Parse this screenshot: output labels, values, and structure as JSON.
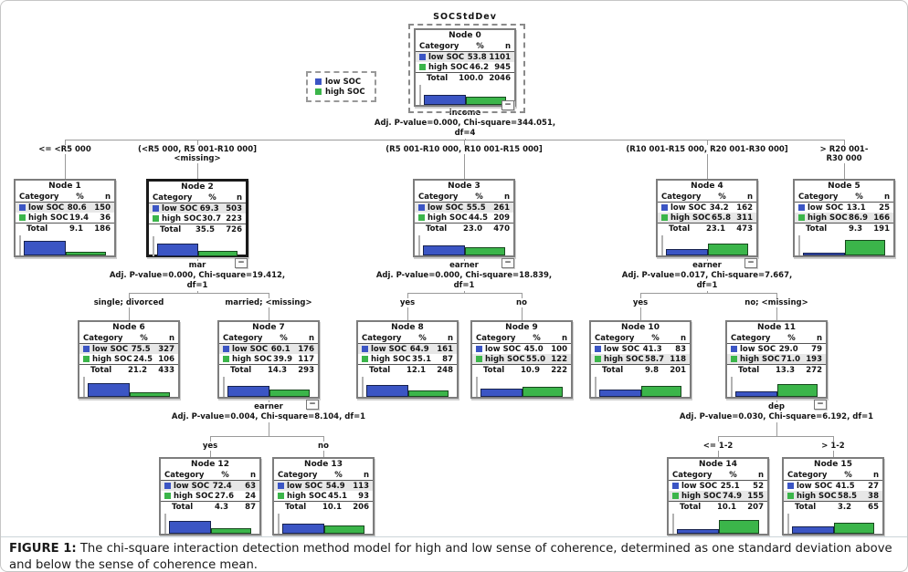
{
  "figure": {
    "caption_label": "FIGURE 1:",
    "caption_text": " The chi-square interaction detection method model for high and low sense of coherence, determined as one standard deviation above and below the sense of coherence mean."
  },
  "colors": {
    "low": "#3b55c4",
    "high": "#3bb54a",
    "line": "#9a9a9a"
  },
  "legend": {
    "items": [
      {
        "key": "low",
        "label": "low SOC"
      },
      {
        "key": "high",
        "label": "high SOC"
      }
    ]
  },
  "tree": {
    "root_label": "SOCStdDev",
    "collapse_glyph": "−",
    "table": {
      "headers": {
        "category": "Category",
        "percent": "%",
        "n": "n"
      },
      "total_label": "Total",
      "categories": {
        "low": "low SOC",
        "high": "high SOC"
      }
    },
    "nodes": [
      {
        "id": 0,
        "title": "Node 0",
        "low": {
          "pct": "53.8",
          "n": "1101"
        },
        "high": {
          "pct": "46.2",
          "n": "945"
        },
        "total": {
          "pct": "100.0",
          "n": "2046"
        },
        "majority": "low"
      },
      {
        "id": 1,
        "title": "Node 1",
        "low": {
          "pct": "80.6",
          "n": "150"
        },
        "high": {
          "pct": "19.4",
          "n": "36"
        },
        "total": {
          "pct": "9.1",
          "n": "186"
        },
        "majority": "low"
      },
      {
        "id": 2,
        "title": "Node 2",
        "low": {
          "pct": "69.3",
          "n": "503"
        },
        "high": {
          "pct": "30.7",
          "n": "223"
        },
        "total": {
          "pct": "35.5",
          "n": "726"
        },
        "majority": "low"
      },
      {
        "id": 3,
        "title": "Node 3",
        "low": {
          "pct": "55.5",
          "n": "261"
        },
        "high": {
          "pct": "44.5",
          "n": "209"
        },
        "total": {
          "pct": "23.0",
          "n": "470"
        },
        "majority": "low"
      },
      {
        "id": 4,
        "title": "Node 4",
        "low": {
          "pct": "34.2",
          "n": "162"
        },
        "high": {
          "pct": "65.8",
          "n": "311"
        },
        "total": {
          "pct": "23.1",
          "n": "473"
        },
        "majority": "high"
      },
      {
        "id": 5,
        "title": "Node 5",
        "low": {
          "pct": "13.1",
          "n": "25"
        },
        "high": {
          "pct": "86.9",
          "n": "166"
        },
        "total": {
          "pct": "9.3",
          "n": "191"
        },
        "majority": "high"
      },
      {
        "id": 6,
        "title": "Node 6",
        "low": {
          "pct": "75.5",
          "n": "327"
        },
        "high": {
          "pct": "24.5",
          "n": "106"
        },
        "total": {
          "pct": "21.2",
          "n": "433"
        },
        "majority": "low"
      },
      {
        "id": 7,
        "title": "Node 7",
        "low": {
          "pct": "60.1",
          "n": "176"
        },
        "high": {
          "pct": "39.9",
          "n": "117"
        },
        "total": {
          "pct": "14.3",
          "n": "293"
        },
        "majority": "low"
      },
      {
        "id": 8,
        "title": "Node 8",
        "low": {
          "pct": "64.9",
          "n": "161"
        },
        "high": {
          "pct": "35.1",
          "n": "87"
        },
        "total": {
          "pct": "12.1",
          "n": "248"
        },
        "majority": "low"
      },
      {
        "id": 9,
        "title": "Node 9",
        "low": {
          "pct": "45.0",
          "n": "100"
        },
        "high": {
          "pct": "55.0",
          "n": "122"
        },
        "total": {
          "pct": "10.9",
          "n": "222"
        },
        "majority": "high"
      },
      {
        "id": 10,
        "title": "Node 10",
        "low": {
          "pct": "41.3",
          "n": "83"
        },
        "high": {
          "pct": "58.7",
          "n": "118"
        },
        "total": {
          "pct": "9.8",
          "n": "201"
        },
        "majority": "high"
      },
      {
        "id": 11,
        "title": "Node 11",
        "low": {
          "pct": "29.0",
          "n": "79"
        },
        "high": {
          "pct": "71.0",
          "n": "193"
        },
        "total": {
          "pct": "13.3",
          "n": "272"
        },
        "majority": "high"
      },
      {
        "id": 12,
        "title": "Node 12",
        "low": {
          "pct": "72.4",
          "n": "63"
        },
        "high": {
          "pct": "27.6",
          "n": "24"
        },
        "total": {
          "pct": "4.3",
          "n": "87"
        },
        "majority": "low"
      },
      {
        "id": 13,
        "title": "Node 13",
        "low": {
          "pct": "54.9",
          "n": "113"
        },
        "high": {
          "pct": "45.1",
          "n": "93"
        },
        "total": {
          "pct": "10.1",
          "n": "206"
        },
        "majority": "low"
      },
      {
        "id": 14,
        "title": "Node 14",
        "low": {
          "pct": "25.1",
          "n": "52"
        },
        "high": {
          "pct": "74.9",
          "n": "155"
        },
        "total": {
          "pct": "10.1",
          "n": "207"
        },
        "majority": "high"
      },
      {
        "id": 15,
        "title": "Node 15",
        "low": {
          "pct": "41.5",
          "n": "27"
        },
        "high": {
          "pct": "58.5",
          "n": "38"
        },
        "total": {
          "pct": "3.2",
          "n": "65"
        },
        "majority": "high"
      }
    ],
    "splits": [
      {
        "parent": 0,
        "variable": "income",
        "stats": "Adj. P-value=0.000, Chi-square=344.051, df=4",
        "branches": [
          {
            "child": 1,
            "label": "<= <R5 000"
          },
          {
            "child": 2,
            "label": "(<R5 000, R5 001-R10 000]\n<missing>"
          },
          {
            "child": 3,
            "label": "(R5 001-R10 000, R10 001-R15 000]"
          },
          {
            "child": 4,
            "label": "(R10 001-R15 000, R20 001-R30 000]"
          },
          {
            "child": 5,
            "label": "> R20 001-R30 000"
          }
        ]
      },
      {
        "parent": 2,
        "variable": "mar",
        "stats": "Adj. P-value=0.000, Chi-square=19.412, df=1",
        "branches": [
          {
            "child": 6,
            "label": "single; divorced"
          },
          {
            "child": 7,
            "label": "married; <missing>"
          }
        ]
      },
      {
        "parent": 3,
        "variable": "earner",
        "stats": "Adj. P-value=0.000, Chi-square=18.839, df=1",
        "branches": [
          {
            "child": 8,
            "label": "yes"
          },
          {
            "child": 9,
            "label": "no"
          }
        ]
      },
      {
        "parent": 4,
        "variable": "earner",
        "stats": "Adj. P-value=0.017, Chi-square=7.667, df=1",
        "branches": [
          {
            "child": 10,
            "label": "yes"
          },
          {
            "child": 11,
            "label": "no; <missing>"
          }
        ]
      },
      {
        "parent": 7,
        "variable": "earner",
        "stats": "Adj. P-value=0.004, Chi-square=8.104, df=1",
        "branches": [
          {
            "child": 12,
            "label": "yes"
          },
          {
            "child": 13,
            "label": "no"
          }
        ]
      },
      {
        "parent": 11,
        "variable": "dep",
        "stats": "Adj. P-value=0.030, Chi-square=6.192, df=1",
        "branches": [
          {
            "child": 14,
            "label": "<= 1-2"
          },
          {
            "child": 15,
            "label": "> 1-2"
          }
        ]
      }
    ]
  }
}
